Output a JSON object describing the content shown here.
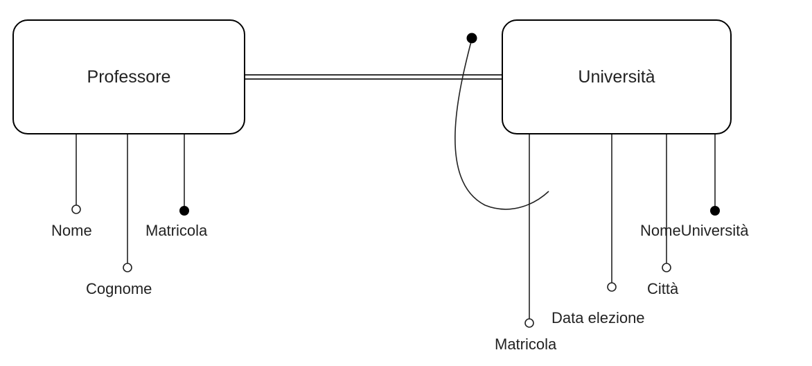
{
  "entities": {
    "professore": {
      "name": "Professore"
    },
    "universita": {
      "name": "Università"
    }
  },
  "attributes": {
    "nome": {
      "label": "Nome",
      "key": false
    },
    "cognome": {
      "label": "Cognome",
      "key": false
    },
    "matricola_prof": {
      "label": "Matricola",
      "key": true
    },
    "matricola_univ": {
      "label": "Matricola",
      "key": false
    },
    "data_elezione": {
      "label": "Data elezione",
      "key": false
    },
    "citta": {
      "label": "Città",
      "key": false
    },
    "nome_universita": {
      "label": "NomeUniversità",
      "key": true
    }
  }
}
